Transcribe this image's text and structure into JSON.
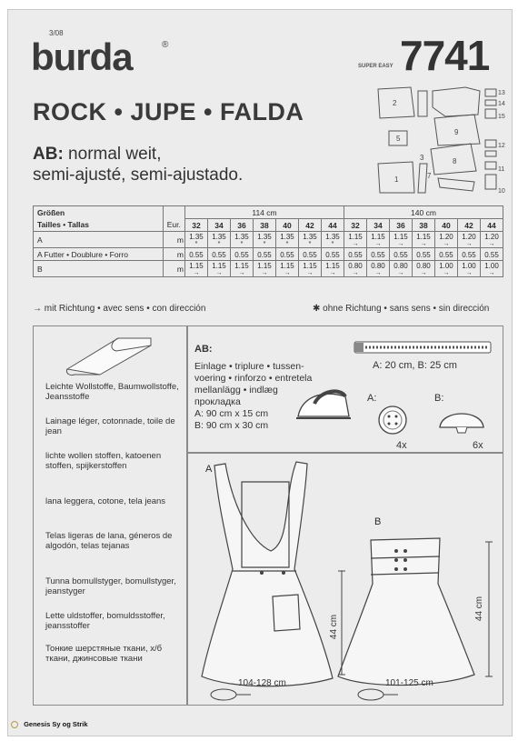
{
  "header": {
    "issue": "3/08",
    "brand": "burda",
    "brand_mark": "®",
    "pattern_number": "7741",
    "easy_label": "SUPER EASY",
    "title": "ROCK • JUPE • FALDA",
    "fit_prefix": "AB:",
    "fit_line1": " normal weit,",
    "fit_line2": "semi-ajusté, semi-ajustado."
  },
  "layout_pieces": [
    "1",
    "2",
    "3",
    "5",
    "7",
    "8",
    "9",
    "10",
    "11",
    "12",
    "13",
    "14",
    "15"
  ],
  "size_table": {
    "header_label_1": "Größen",
    "header_label_2": "Tailles • Tallas",
    "width_114": "114 cm",
    "width_140": "140 cm",
    "eur": "Eur.",
    "sizes": [
      "32",
      "34",
      "36",
      "38",
      "40",
      "42",
      "44",
      "32",
      "34",
      "36",
      "38",
      "40",
      "42",
      "44"
    ],
    "rows": [
      {
        "label": "A",
        "unit": "m",
        "values": [
          "1.35",
          "1.35",
          "1.35",
          "1.35",
          "1.35",
          "1.35",
          "1.35",
          "1.15",
          "1.15",
          "1.15",
          "1.15",
          "1.20",
          "1.20",
          "1.20"
        ],
        "marks": [
          "*",
          "*",
          "*",
          "*",
          "*",
          "*",
          "*",
          "→",
          "→",
          "→",
          "→",
          "→",
          "→",
          "→"
        ]
      },
      {
        "label": "A   Futter • Doublure • Forro",
        "unit": "m",
        "values": [
          "0.55",
          "0.55",
          "0.55",
          "0.55",
          "0.55",
          "0.55",
          "0.55",
          "0.55",
          "0.55",
          "0.55",
          "0.55",
          "0.55",
          "0.55",
          "0.55"
        ],
        "marks": [
          "",
          "",
          "",
          "",
          "",
          "",
          "",
          "",
          "",
          "",
          "",
          "",
          "",
          ""
        ]
      },
      {
        "label": "B",
        "unit": "m",
        "values": [
          "1.15",
          "1.15",
          "1.15",
          "1.15",
          "1.15",
          "1.15",
          "1.15",
          "0.80",
          "0.80",
          "0.80",
          "0.80",
          "1.00",
          "1.00",
          "1.00"
        ],
        "marks": [
          "→",
          "→",
          "→",
          "→",
          "→",
          "→",
          "→",
          "→",
          "→",
          "→",
          "→",
          "→",
          "→",
          "→"
        ]
      }
    ]
  },
  "notes": {
    "with_nap": "→ mit Richtung • avec sens • con dirección",
    "without_nap": "✱ ohne Richtung • sans sens • sin dirección"
  },
  "fabrics": [
    "Leichte Wollstoffe, Baumwollstoffe, Jeansstoffe",
    "Lainage léger, cotonnade, toile de jean",
    "lichte wollen stoffen, katoenen stoffen, spijkerstoffen",
    "lana leggera, cotone, tela jeans",
    "Telas ligeras de lana, géneros de algodón, telas tejanas",
    "Tunna bomullstyger, bomullstyger, jeanstyger",
    "Lette uldstoffer, bomuldsstoffer, jeansstoffer",
    "Тонкие шерстяные ткани, х/б ткани, джинсовые ткани"
  ],
  "notions": {
    "interfacing_head": "AB:",
    "interfacing_lines": [
      "Einlage • triplure • tussen-",
      "voering • rinforzo • entretela",
      "mellanlägg • indlæg",
      "прокладка"
    ],
    "interfacing_a": "A: 90 cm x 15 cm",
    "interfacing_b": "B: 90 cm x 30 cm",
    "zipper": "A: 20 cm, B: 25 cm",
    "button_a_label": "A:",
    "button_b_label": "B:",
    "button_a_qty": "4x",
    "button_b_qty": "6x"
  },
  "views": {
    "a_label": "A",
    "b_label": "B",
    "a_length": "44 cm",
    "b_length": "44 cm",
    "a_hem": "104-128 cm",
    "b_hem": "101-125 cm"
  },
  "footer": {
    "shop": "Genesis Sy og Strik"
  }
}
